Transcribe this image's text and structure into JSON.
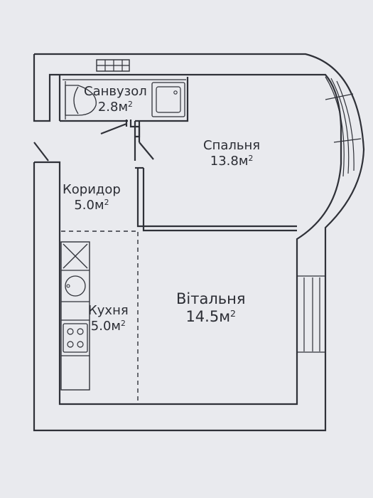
{
  "rooms": {
    "bathroom": {
      "name": "Санвузол",
      "area": "2.8м",
      "exp": "2"
    },
    "bedroom": {
      "name": "Спальня",
      "area": "13.8м",
      "exp": "2"
    },
    "corridor": {
      "name": "Коридор",
      "area": "5.0м",
      "exp": "2"
    },
    "kitchen": {
      "name": "Кухня",
      "area": "5.0м",
      "exp": "2"
    },
    "living": {
      "name": "Вітальня",
      "area": "14.5м",
      "exp": "2"
    }
  },
  "colors": {
    "background": "#e9eaee",
    "wall": "#2f3138",
    "fixture": "#3a3c44"
  }
}
